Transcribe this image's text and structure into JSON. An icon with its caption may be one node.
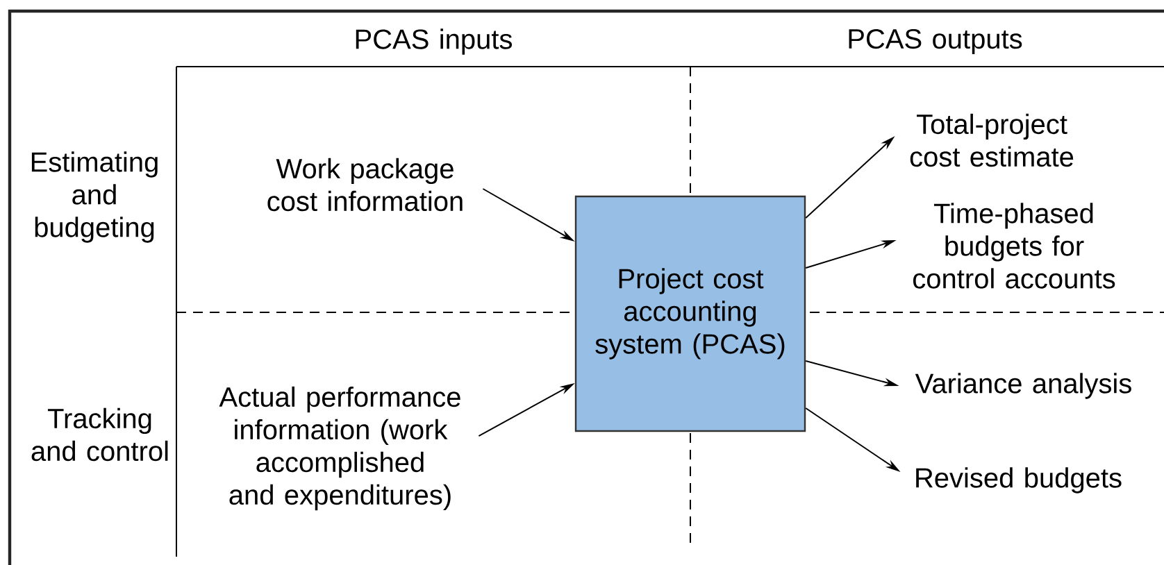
{
  "diagram": {
    "nodes": [
      {
        "text": [
          "Work package cost information"
        ]
      },
      {
        "text": [
          "Actual performance information (work accomplished and expenditures)"
        ]
      },
      {
        "text": [
          "Project cost accounting system (PCAS)"
        ]
      },
      {
        "text": [
          "Total-project cost estimate"
        ]
      },
      {
        "text": [
          "Time-phased budgets for control accounts"
        ]
      },
      {
        "text": [
          "Variance analysis"
        ]
      },
      {
        "text": [
          "Revised budgets"
        ]
      }
    ],
    "edges": [
      {
        "from": 0,
        "to": 2,
        "arrow": "to"
      },
      {
        "from": 1,
        "to": 2,
        "arrow": "to"
      },
      {
        "from": 2,
        "to": 3,
        "arrow": "to"
      },
      {
        "from": 2,
        "to": 4,
        "arrow": "to"
      },
      {
        "from": 2,
        "to": 5,
        "arrow": "to"
      },
      {
        "from": 2,
        "to": 6,
        "arrow": "to"
      }
    ],
    "labels": [
      "PCAS inputs",
      "PCAS outputs",
      "Estimating and budgeting",
      "Tracking and control"
    ]
  }
}
